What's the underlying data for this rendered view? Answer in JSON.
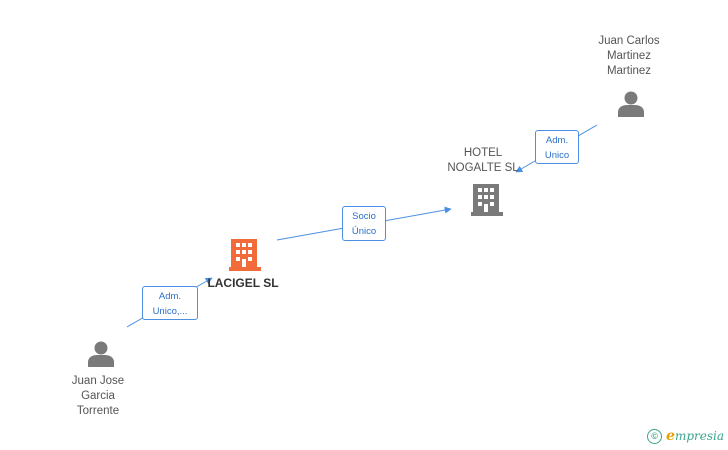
{
  "nodes": {
    "juan_carlos": {
      "label": "Juan Carlos\nMartinez\nMartinez",
      "kind": "person"
    },
    "hotel": {
      "label": "HOTEL\nNOGALTE SL",
      "kind": "company"
    },
    "lacigel": {
      "label": "LACIGEL SL",
      "kind": "company-main"
    },
    "juan_jose": {
      "label": "Juan Jose\nGarcia\nTorrente",
      "kind": "person"
    }
  },
  "edges": {
    "jc_to_hotel": {
      "label": "Adm.\nUnico"
    },
    "lacigel_to_hotel": {
      "label": "Socio\nÚnico"
    },
    "jj_to_lacigel": {
      "label": "Adm.\nUnico,..."
    }
  },
  "brand": {
    "copyright": "©",
    "name_initial": "e",
    "name_rest": "mpresia"
  },
  "colors": {
    "edge": "#4a90e2",
    "person_icon": "#7a7a7a",
    "company_icon": "#7a7a7a",
    "main_company_icon": "#f26b3a",
    "brand": "#3aa58c"
  }
}
